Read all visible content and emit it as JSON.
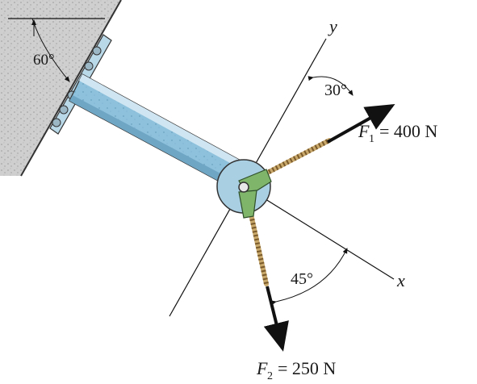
{
  "diagram": {
    "wall_angle": {
      "text": "60°"
    },
    "y_axis": {
      "label": "y"
    },
    "x_axis": {
      "label": "x"
    },
    "angle_f1": {
      "text": "30°"
    },
    "angle_f2": {
      "text": "45°"
    },
    "force_1": {
      "symbol": "F",
      "subscript": "1",
      "value": "= 400 N"
    },
    "force_2": {
      "symbol": "F",
      "subscript": "2",
      "value": "= 250 N"
    }
  }
}
